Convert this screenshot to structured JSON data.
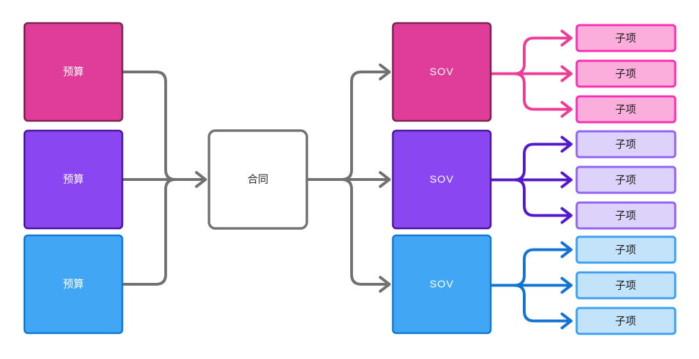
{
  "diagram": {
    "background": "#ffffff",
    "connector_gray": "#717171",
    "box_text_color": "#ffffff",
    "subitem_text_color": "#1a1a1a",
    "contract": {
      "label": "合同",
      "fill": "#ffffff",
      "border": "#717171",
      "text_color": "#2b2b2b"
    },
    "groups": [
      {
        "name": "pink",
        "budget_label": "预算",
        "sov_label": "SOV",
        "subitem_labels": [
          "子项",
          "子项",
          "子项"
        ],
        "box_fill": "#e03c99",
        "box_border": "#7c2150",
        "connector": "#ee3d96",
        "subitem_fill": "#fbaedc",
        "subitem_border": "#f82fb2"
      },
      {
        "name": "purple",
        "budget_label": "预算",
        "sov_label": "SOV",
        "subitem_labels": [
          "子项",
          "子项",
          "子项"
        ],
        "box_fill": "#8a46f0",
        "box_border": "#4a169c",
        "connector": "#5519cc",
        "subitem_fill": "#ddd2f9",
        "subitem_border": "#9263f3"
      },
      {
        "name": "blue",
        "budget_label": "预算",
        "sov_label": "SOV",
        "subitem_labels": [
          "子项",
          "子项",
          "子项"
        ],
        "box_fill": "#41a7f5",
        "box_border": "#0e78d4",
        "connector": "#1173d2",
        "subitem_fill": "#c3e3fb",
        "subitem_border": "#3b9ff2"
      }
    ]
  }
}
